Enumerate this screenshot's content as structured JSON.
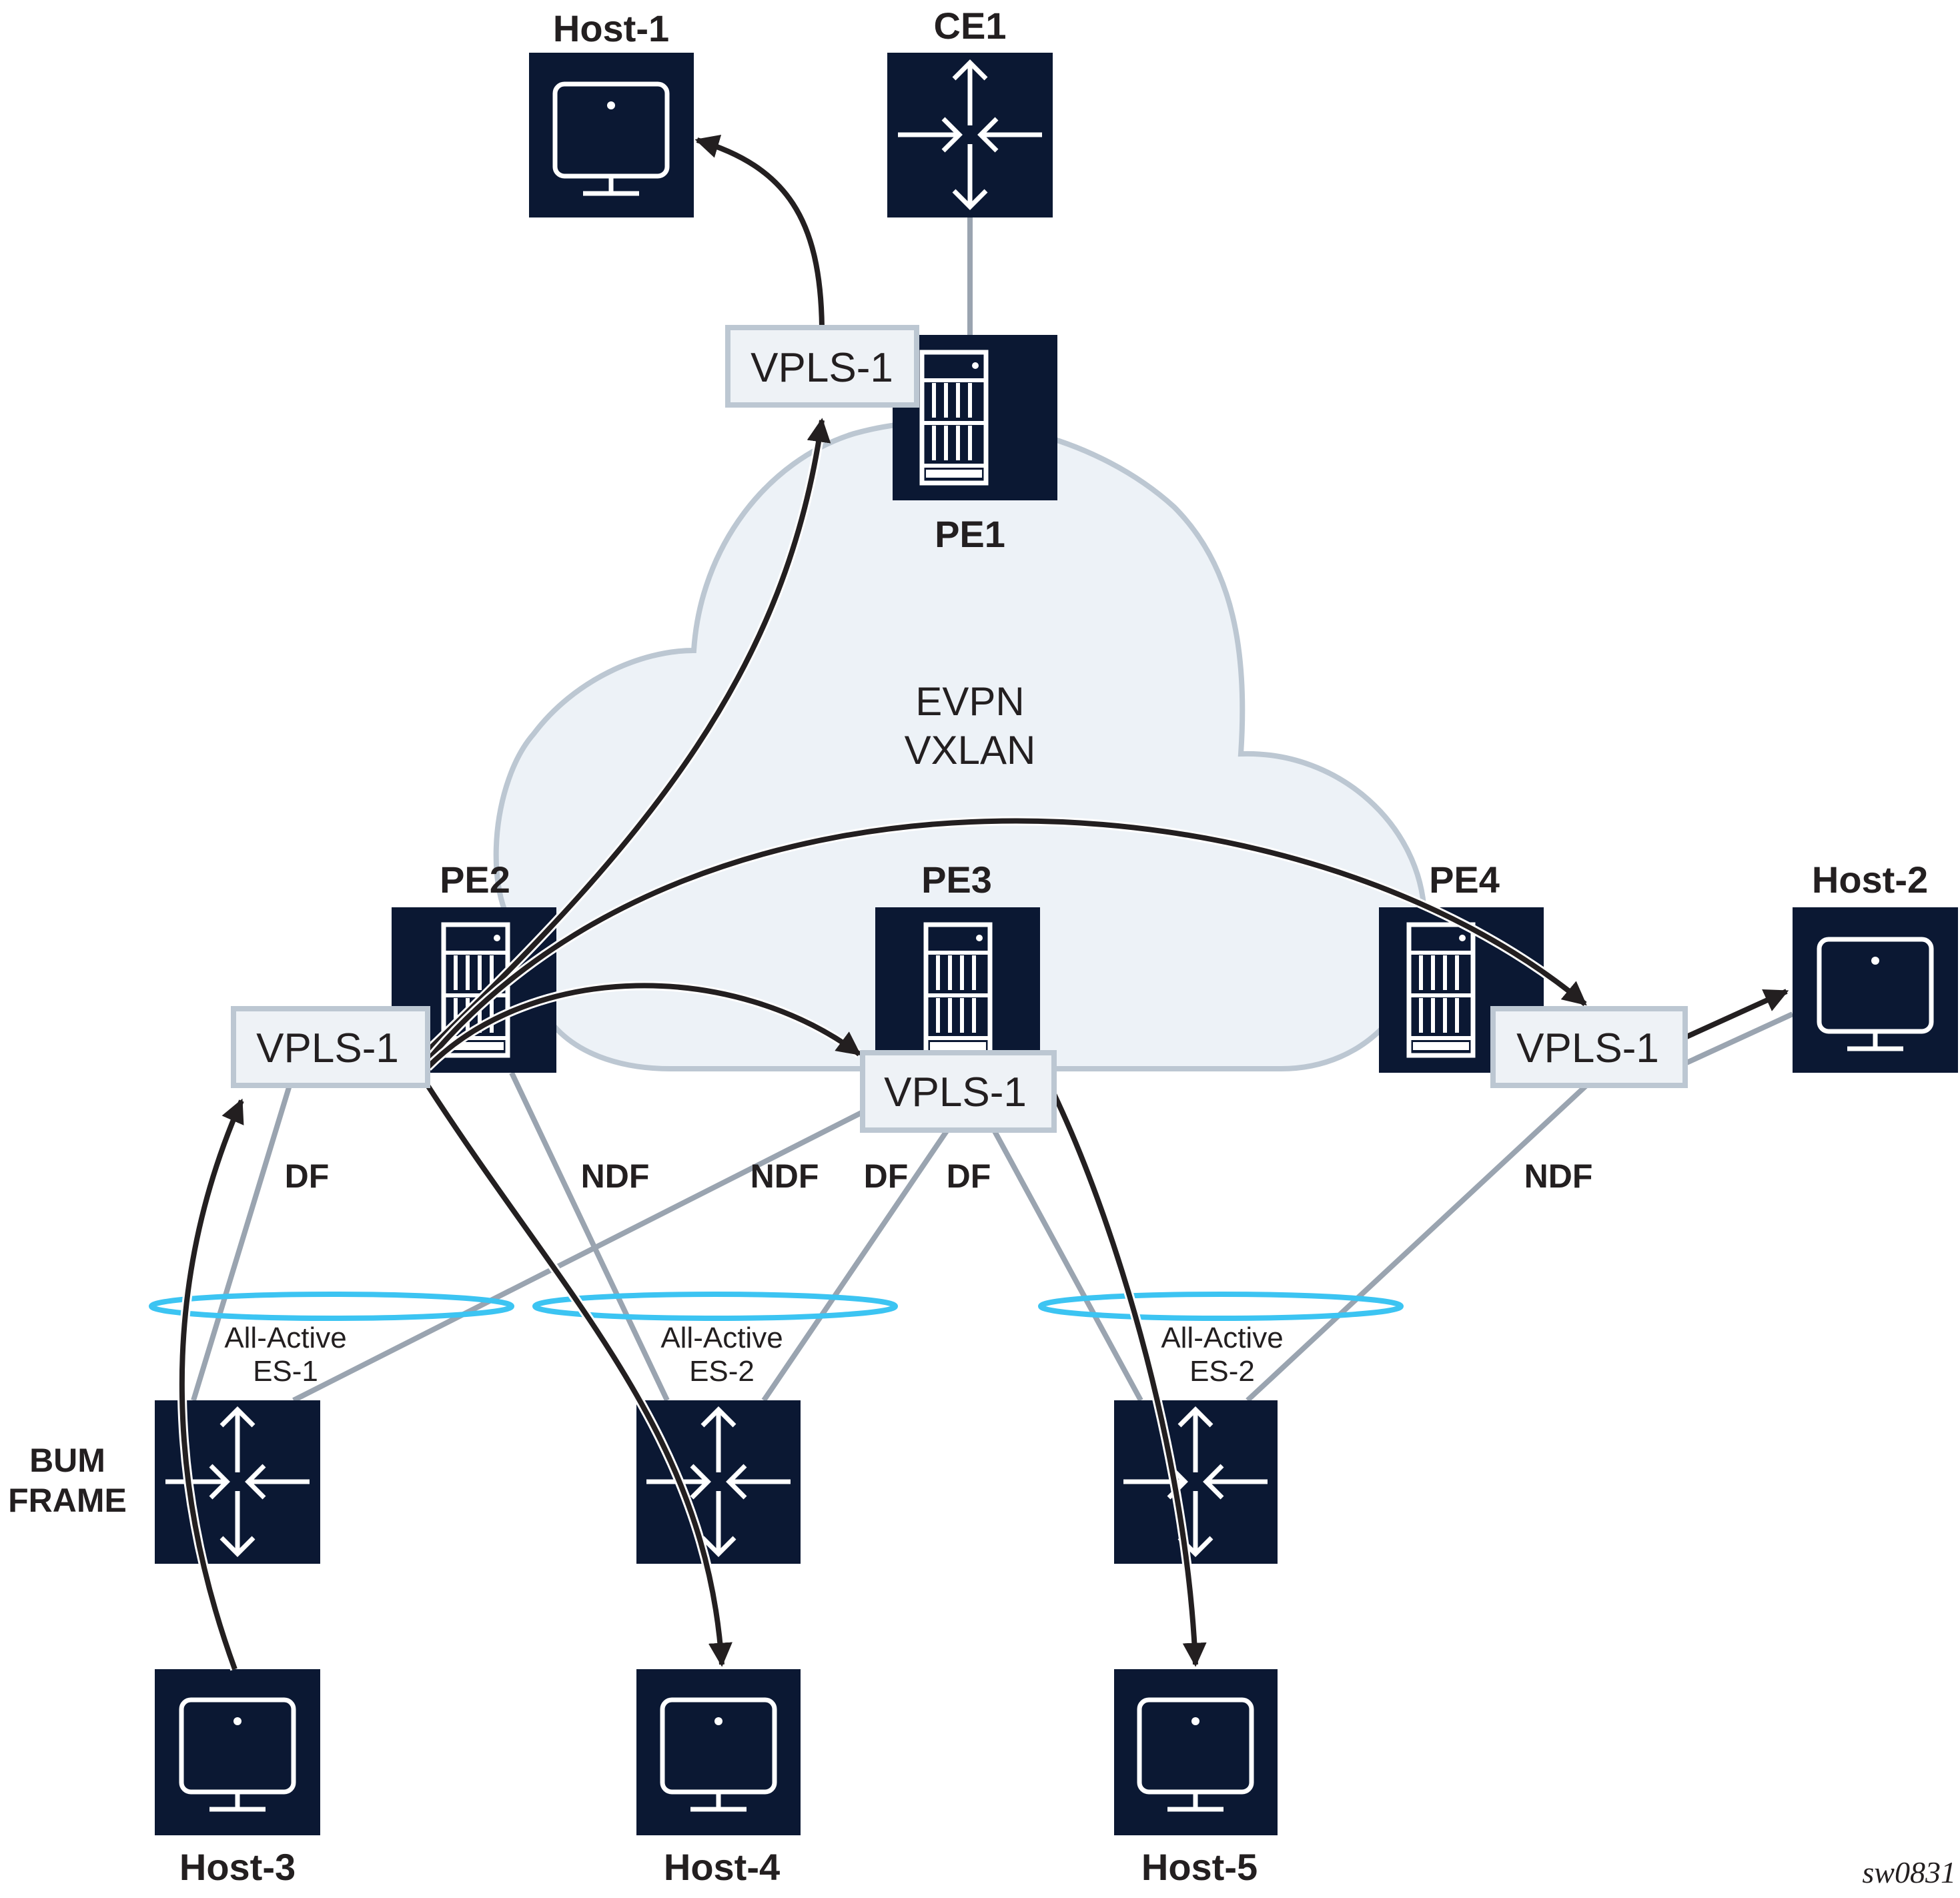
{
  "diagram": {
    "cloud_label": [
      "EVPN",
      "VXLAN"
    ],
    "colors": {
      "node": "#0b1833",
      "link": "#9aa4b0",
      "flow": "#231f20",
      "es_ring": "#3cc4f2",
      "cloud_fill": "#edf2f7",
      "vpls_fill": "#eef2f6"
    },
    "nodes": {
      "host1": {
        "label": "Host-1",
        "type": "host"
      },
      "ce1": {
        "label": "CE1",
        "type": "switch"
      },
      "pe1": {
        "label": "PE1",
        "type": "router"
      },
      "pe2": {
        "label": "PE2",
        "type": "router"
      },
      "pe3": {
        "label": "PE3",
        "type": "router"
      },
      "pe4": {
        "label": "PE4",
        "type": "router"
      },
      "host2": {
        "label": "Host-2",
        "type": "host"
      },
      "ce_es1": {
        "label": "",
        "type": "switch"
      },
      "ce_es2a": {
        "label": "",
        "type": "switch"
      },
      "ce_es2b": {
        "label": "",
        "type": "switch"
      },
      "host3": {
        "label": "Host-3",
        "type": "host"
      },
      "host4": {
        "label": "Host-4",
        "type": "host"
      },
      "host5": {
        "label": "Host-5",
        "type": "host"
      }
    },
    "vpls": {
      "pe1": "VPLS-1",
      "pe2": "VPLS-1",
      "pe3": "VPLS-1",
      "pe4": "VPLS-1"
    },
    "link_roles": {
      "pe2_es1": "DF",
      "pe2_es2": "NDF",
      "pe3_es1": "NDF",
      "pe3_es2": "DF",
      "pe3_es2b": "DF",
      "pe4_es2b": "NDF"
    },
    "ethernet_segments": [
      {
        "line1": "All-Active",
        "line2": "ES-1"
      },
      {
        "line1": "All-Active",
        "line2": "ES-2"
      },
      {
        "line1": "All-Active",
        "line2": "ES-2"
      }
    ],
    "bum_label": [
      "BUM",
      "FRAME"
    ],
    "figure_id": "sw0831"
  }
}
